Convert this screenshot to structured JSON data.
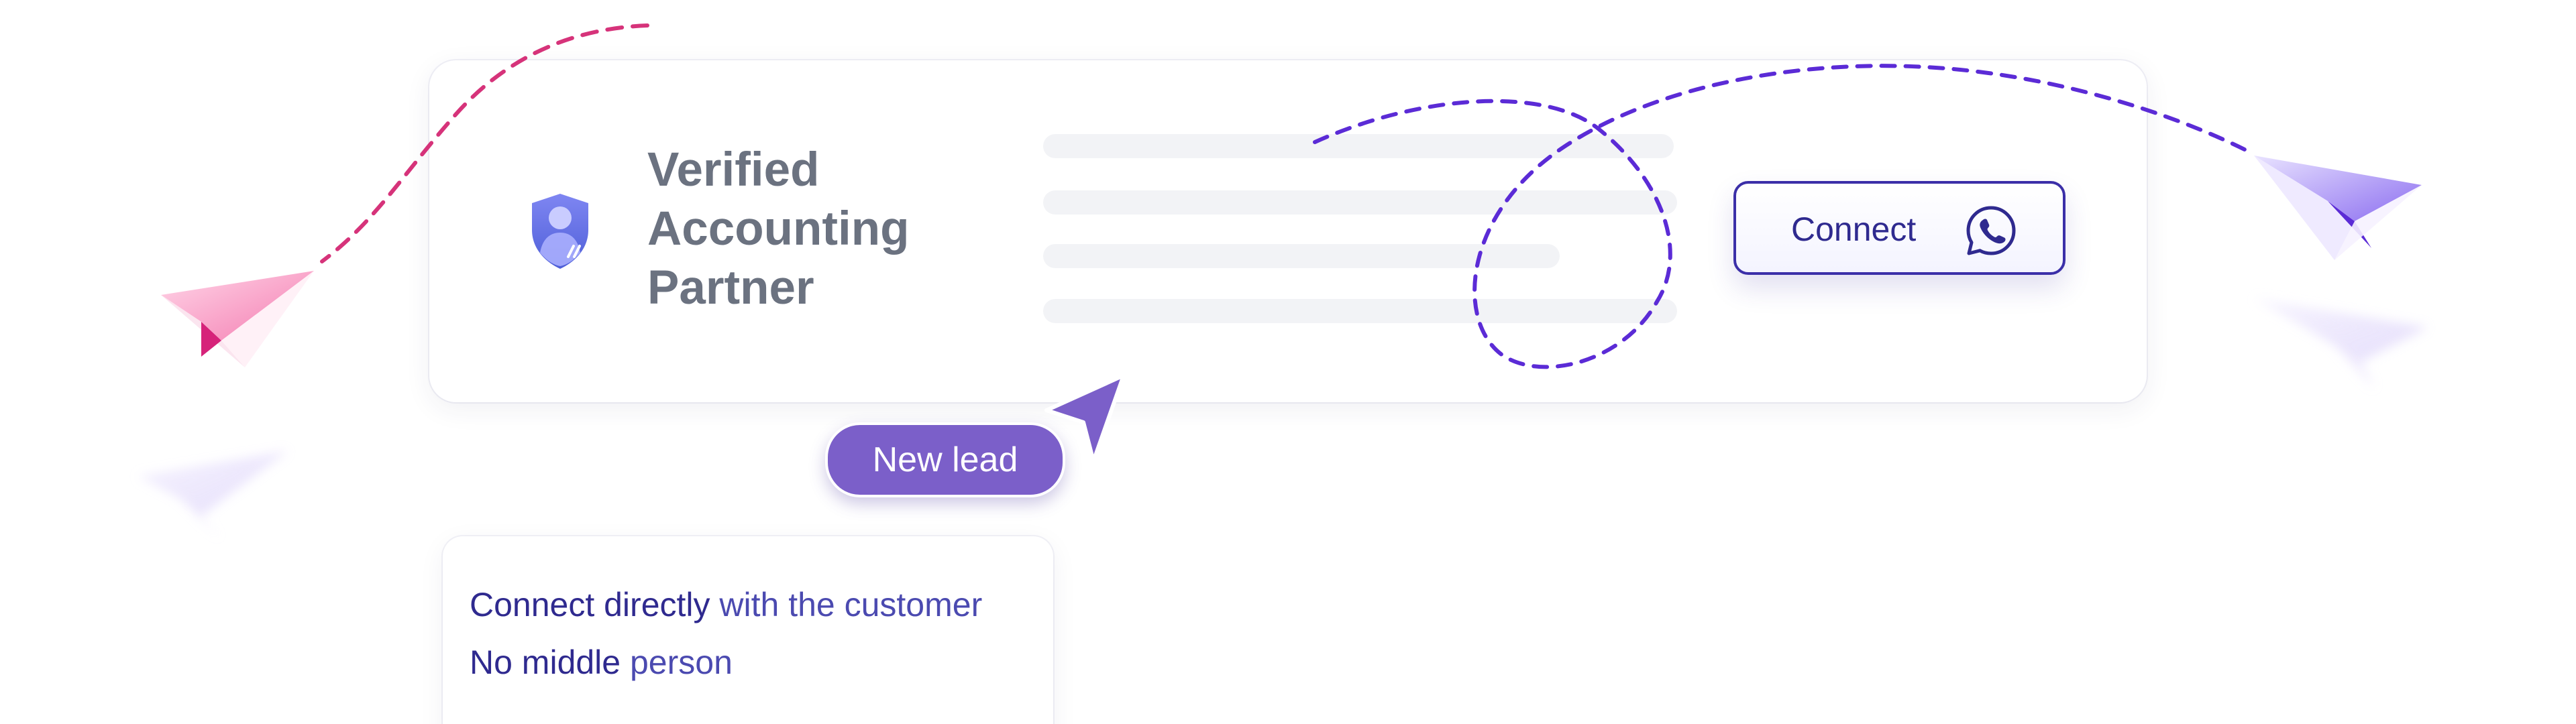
{
  "partner": {
    "title_line_1": "Verified",
    "title_line_2": "Accounting",
    "title_line_3": "Partner",
    "icon": "shield-user-icon"
  },
  "actions": {
    "connect_label": "Connect",
    "connect_icon": "whatsapp-icon"
  },
  "badge": {
    "label": "New lead"
  },
  "info": {
    "line_1_a": "Connect directly",
    "line_1_b": " with the customer",
    "line_2_a": "No middle",
    "line_2_b": " person"
  },
  "colors": {
    "accent_purple": "#7b5fc9",
    "button_border": "#3b2fa8",
    "pink_trail": "#d6337a",
    "purple_trail": "#5b2bd6",
    "title_gray": "#6b7280"
  },
  "decorations": {
    "paper_planes": [
      "paper-plane-pink-icon",
      "paper-plane-purple-icon",
      "paper-plane-faded-icon"
    ],
    "cursor": "cursor-arrow-icon"
  }
}
